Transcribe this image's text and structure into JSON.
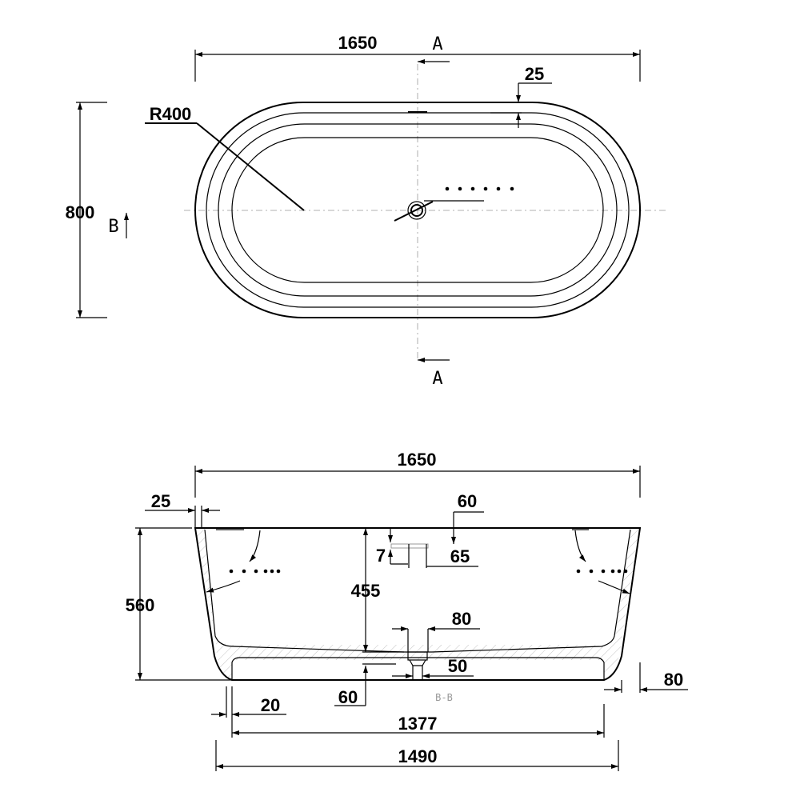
{
  "top_view": {
    "length": "1650",
    "width": "800",
    "radius": "R400",
    "rim": "25",
    "section_a_top": "A",
    "section_a_bottom": "A",
    "section_b": "B"
  },
  "section_view": {
    "overall_length": "1650",
    "rim_offset": "25",
    "height": "560",
    "overflow_offset": "60",
    "overflow_dim_7": "7",
    "overflow_dim_65": "65",
    "depth": "455",
    "drain_width": "80",
    "drain_height": "50",
    "bottom_thickness": "60",
    "base_inset": "20",
    "base_side": "80",
    "inner_base": "1377",
    "outer_base": "1490",
    "section_label": "B-B"
  }
}
